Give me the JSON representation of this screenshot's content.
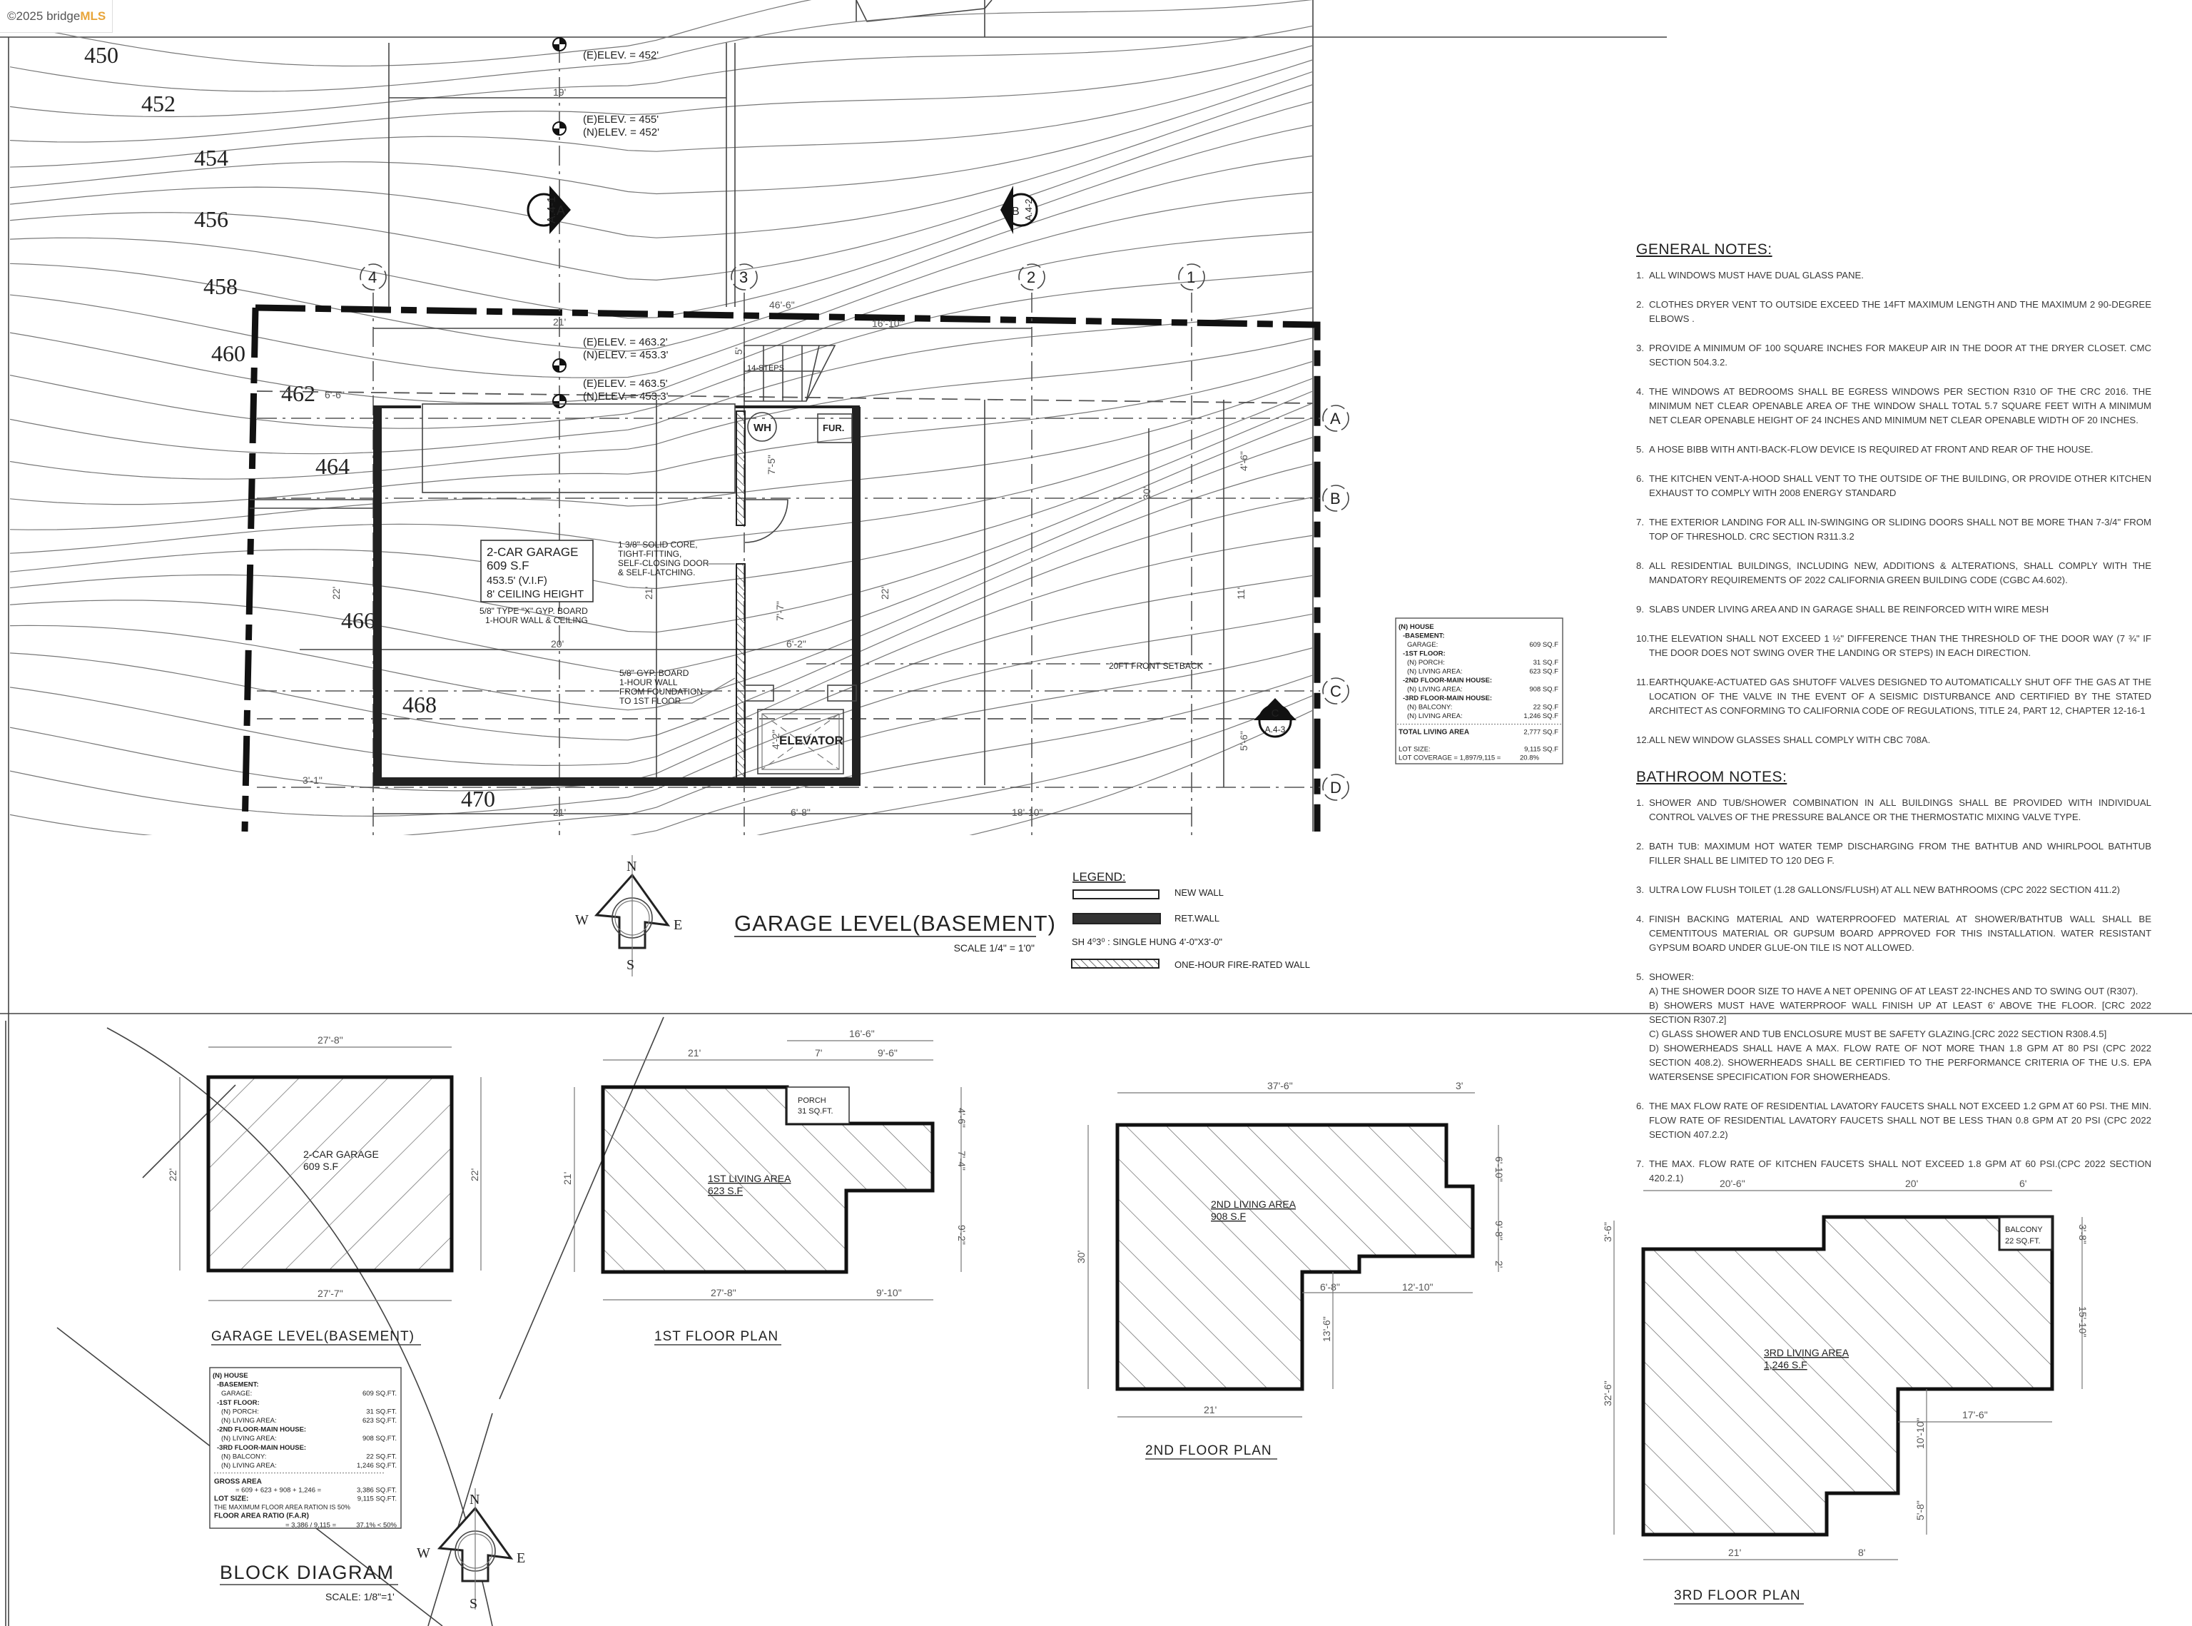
{
  "watermark": {
    "prefix": "©2025 bridge",
    "brand": "MLS",
    "brand_color": "#e8a53a"
  },
  "site_plan": {
    "contour_labels": [
      "450",
      "452",
      "454",
      "456",
      "458",
      "460",
      "462",
      "464",
      "466",
      "468",
      "470"
    ],
    "elevations": [
      {
        "lines": [
          "(E)ELEV. = 452'"
        ]
      },
      {
        "lines": [
          "(E)ELEV. = 455'",
          "(N)ELEV. = 452'"
        ]
      },
      {
        "lines": [
          "(E)ELEV. = 463.2'",
          "(N)ELEV. = 453.3'"
        ]
      },
      {
        "lines": [
          "(E)ELEV. = 463.5'",
          "(N)ELEV. = 453.3'"
        ]
      }
    ],
    "grid_columns": [
      "4",
      "3",
      "2",
      "1"
    ],
    "grid_rows": [
      "A",
      "B",
      "C",
      "D"
    ],
    "section_markers": [
      {
        "letter": "A",
        "sheet": "A.4-1"
      },
      {
        "letter": "B",
        "sheet": "A.4-2"
      },
      {
        "letter": "C",
        "sheet": "A.4-3"
      }
    ],
    "dimensions": {
      "d19": "19'",
      "d21_top": "21'",
      "d46_6": "46'-6\"",
      "d16_10": "16'-10\"",
      "d6_6": "6'-6\"",
      "d22": "22'",
      "d21_mid": "21'",
      "d20": "20'",
      "d6_2": "6'-2\"",
      "d7_7": "7'-7\"",
      "d7_5": "7'-5\"",
      "d5": "5'",
      "d4_2": "4'-2\"",
      "d5_6": "5'-6\"",
      "d4_6": "4'-6\"",
      "d30": "30'",
      "d11": "11'",
      "d22_r": "22'",
      "d21_bot": "21'",
      "d6_8": "6'-8\"",
      "d18_10": "18'-10\"",
      "d3_1": "3'-1\""
    },
    "steps_label": "14-STEPS",
    "wh_label": "WH",
    "fur_label": "FUR.",
    "elevator_label": "ELEVATOR",
    "setback_label": "20FT FRONT SETBACK",
    "garage_box": [
      "2-CAR GARAGE",
      "609 S.F",
      "453.5' (V.I.F)",
      "8' CEILING HEIGHT"
    ],
    "garage_gyp_note": [
      "5/8\" TYPE \"X\" GYP. BOARD",
      "1-HOUR  WALL & CEILING"
    ],
    "door_note": [
      "1 3/8\" SOLID CORE,",
      "TIGHT-FITTING,",
      "SELF-CLOSING DOOR",
      "& SELF-LATCHING."
    ],
    "wall_note": [
      "5/8\" GYP. BOARD",
      "1-HOUR WALL",
      "FROM FOUNDATION",
      "TO 1ST FLOOR"
    ],
    "title": "GARAGE LEVEL(BASEMENT)",
    "scale": "SCALE 1/4\" = 1'0\""
  },
  "compass": {
    "n": "N",
    "s": "S",
    "e": "E",
    "w": "W"
  },
  "legend": {
    "title": "LEGEND:",
    "items": [
      "NEW WALL",
      "RET.WALL",
      "SH 4⁰3⁰ : SINGLE HUNG 4'-0\"X3'-0\"",
      "ONE-HOUR FIRE-RATED WALL"
    ]
  },
  "area_table": {
    "rows": [
      {
        "label": "(N) HOUSE",
        "value": "",
        "level": 0
      },
      {
        "label": "-BASEMENT:",
        "value": "",
        "level": 1
      },
      {
        "label": "GARAGE:",
        "value": "609 SQ.F",
        "level": 2
      },
      {
        "label": "-1ST FLOOR:",
        "value": "",
        "level": 1
      },
      {
        "label": "(N) PORCH:",
        "value": "31 SQ.F",
        "level": 2
      },
      {
        "label": "(N) LIVING AREA:",
        "value": "623 SQ.F",
        "level": 2
      },
      {
        "label": "-2ND FLOOR-MAIN HOUSE:",
        "value": "",
        "level": 1
      },
      {
        "label": "(N) LIVING AREA:",
        "value": "908 SQ.F",
        "level": 2
      },
      {
        "label": "-3RD FLOOR-MAIN HOUSE:",
        "value": "",
        "level": 1
      },
      {
        "label": "(N) BALCONY:",
        "value": "22 SQ.F",
        "level": 2
      },
      {
        "label": "(N) LIVING AREA:",
        "value": "1,246 SQ.F",
        "level": 2
      }
    ],
    "total_label": "TOTAL LIVING AREA",
    "total_value": "2,777 SQ.F",
    "lot_label": "LOT SIZE:",
    "lot_value": "9,115 SQ.F",
    "coverage_label": "LOT COVERAGE = 1,897/9,115 =",
    "coverage_value": "20.8%"
  },
  "general_notes": {
    "title": "GENERAL NOTES:",
    "items": [
      "ALL WINDOWS MUST HAVE DUAL GLASS PANE.",
      "CLOTHES DRYER VENT TO OUTSIDE EXCEED THE 14FT MAXIMUM LENGTH AND THE MAXIMUM 2 90-DEGREE ELBOWS .",
      "PROVIDE A MINIMUM OF 100 SQUARE INCHES FOR MAKEUP AIR IN THE DOOR AT THE DRYER CLOSET. CMC SECTION 504.3.2.",
      "THE WINDOWS AT BEDROOMS SHALL BE EGRESS WINDOWS PER SECTION R310 OF THE CRC 2016. THE MINIMUM NET CLEAR OPENABLE AREA OF THE WINDOW SHALL TOTAL 5.7 SQUARE FEET WITH A MINIMUM NET CLEAR OPENABLE HEIGHT OF 24 INCHES AND MINIMUM NET CLEAR OPENABLE WIDTH OF 20 INCHES.",
      "A HOSE BIBB WITH ANTI-BACK-FLOW DEVICE IS REQUIRED AT FRONT AND REAR OF THE HOUSE.",
      "THE KITCHEN VENT-A-HOOD SHALL VENT TO THE OUTSIDE OF THE BUILDING, OR PROVIDE OTHER KITCHEN EXHAUST TO COMPLY WITH 2008 ENERGY STANDARD",
      "THE EXTERIOR LANDING FOR ALL IN-SWINGING OR SLIDING DOORS SHALL NOT BE MORE THAN 7-3/4\" FROM TOP OF THRESHOLD. CRC SECTION R311.3.2",
      "ALL RESIDENTIAL BUILDINGS, INCLUDING NEW, ADDITIONS & ALTERATIONS, SHALL COMPLY WITH THE MANDATORY REQUIREMENTS OF 2022 CALIFORNIA GREEN BUILDING CODE (CGBC A4.602).",
      "SLABS UNDER LIVING AREA AND IN GARAGE SHALL BE REINFORCED WITH WIRE MESH",
      "THE ELEVATION SHALL NOT EXCEED 1 ½\" DIFFERENCE THAN THE THRESHOLD OF THE DOOR WAY (7 ¾\" IF THE DOOR DOES NOT SWING OVER THE LANDING OR STEPS) IN EACH DIRECTION.",
      "EARTHQUAKE-ACTUATED GAS SHUTOFF VALVES DESIGNED TO AUTOMATICALLY SHUT OFF THE GAS AT THE LOCATION OF THE VALVE IN THE EVENT OF A SEISMIC DISTURBANCE AND CERTIFIED BY THE STATED ARCHITECT AS CONFORMING TO CALIFORNIA CODE OF REGULATIONS, TITLE 24, PART 12, CHAPTER 12-16-1",
      "ALL NEW WINDOW GLASSES SHALL COMPLY WITH CBC 708A."
    ]
  },
  "bathroom_notes": {
    "title": "BATHROOM NOTES:",
    "items": [
      "SHOWER AND TUB/SHOWER COMBINATION IN ALL BUILDINGS SHALL BE PROVIDED WITH INDIVIDUAL CONTROL VALVES OF THE PRESSURE BALANCE OR THE THERMOSTATIC MIXING VALVE TYPE.",
      "BATH TUB:  MAXIMUM HOT WATER TEMP DISCHARGING FROM THE BATHTUB AND WHIRLPOOL BATHTUB FILLER SHALL BE LIMITED TO 120 DEG F.",
      "ULTRA LOW FLUSH TOILET (1.28 GALLONS/FLUSH) AT ALL NEW BATHROOMS (CPC 2022 SECTION 411.2)",
      "FINISH BACKING MATERIAL AND WATERPROOFED MATERIAL AT SHOWER/BATHTUB WALL SHALL BE CEMENTITOUS MATERIAL OR GUPSUM BOARD APPROVED FOR THIS INSTALLATION.  WATER RESISTANT GYPSUM BOARD UNDER GLUE-ON TILE IS NOT ALLOWED."
    ],
    "shower": {
      "title": "SHOWER:",
      "subs": [
        "A) THE SHOWER DOOR SIZE TO HAVE A NET OPENING OF AT LEAST 22-INCHES AND TO SWING  OUT (R307).",
        "B) SHOWERS MUST HAVE WATERPROOF WALL FINISH UP AT LEAST 6' ABOVE THE FLOOR. [CRC 2022 SECTION R307.2]",
        "C) GLASS SHOWER AND TUB ENCLOSURE MUST BE SAFETY GLAZING.[CRC 2022 SECTION R308.4.5]",
        "D) SHOWERHEADS SHALL HAVE A MAX. FLOW RATE OF NOT MORE THAN 1.8 GPM AT 80 PSI (CPC 2022 SECTION 408.2). SHOWERHEADS SHALL BE CERTIFIED TO THE PERFORMANCE CRITERIA OF THE U.S. EPA WATERSENSE SPECIFICATION FOR SHOWERHEADS."
      ]
    },
    "items_after": [
      "THE MAX FLOW RATE OF RESIDENTIAL LAVATORY FAUCETS SHALL NOT EXCEED 1.2 GPM AT 60 PSI. THE MIN. FLOW RATE OF RESIDENTIAL LAVATORY FAUCETS SHALL NOT BE LESS THAN 0.8 GPM AT 20 PSI (CPC 2022 SECTION 407.2.2)",
      "THE MAX. FLOW RATE OF KITCHEN FAUCETS SHALL NOT EXCEED 1.8 GPM AT 60 PSI.(CPC 2022 SECTION 420.2.1)"
    ]
  },
  "block_garage": {
    "name": "2-CAR GARAGE",
    "area": "609 S.F",
    "top": "27'-8\"",
    "bottom": "27'-7\"",
    "left": "22'",
    "right": "22'",
    "title": "GARAGE LEVEL(BASEMENT)"
  },
  "first_floor": {
    "name": "1ST LIVING AREA",
    "area": "623 S.F",
    "porch": "PORCH",
    "porch_area": "31 SQ.FT.",
    "dims": {
      "total_top": "16'-6\"",
      "d21": "21'",
      "d7": "7'",
      "d9_6": "9'-6\"",
      "left": "21'",
      "r4_6": "4'-6\"",
      "r7_4": "7'-4\"",
      "r9_2": "9'-2\"",
      "b27_8": "27'-8\"",
      "b9_10": "9'-10\""
    },
    "title": "1ST FLOOR PLAN"
  },
  "second_floor": {
    "name": "2ND LIVING AREA",
    "area": "908 S.F",
    "dims": {
      "top": "37'-6\"",
      "top_r": "3'",
      "left": "30'",
      "bottom": "21'",
      "d6_8": "6'-8\"",
      "d12_10": "12'-10\"",
      "d13_6": "13'-6\"",
      "r6_10": "6'-10\"",
      "r9_8": "9'-8\"",
      "r2": "2'"
    },
    "title": "2ND FLOOR PLAN"
  },
  "third_floor": {
    "name": "3RD LIVING AREA",
    "area": "1,246 S.F",
    "balcony": "BALCONY",
    "balcony_area": "22 SQ.FT.",
    "dims": {
      "t20_6": "20'-6\"",
      "t20": "20'",
      "t6": "6'",
      "l3_6": "3'-6\"",
      "l32_6": "32'-6\"",
      "r3_8": "3'-8\"",
      "r15_10": "15'-10\"",
      "d17_6": "17'-6\"",
      "d10_10": "10'-10\"",
      "d5_8": "5'-8\"",
      "b21": "21'",
      "b8": "8'"
    },
    "title": "3RD FLOOR PLAN"
  },
  "block_table": {
    "rows": [
      {
        "label": "(N) HOUSE",
        "value": "",
        "level": 0
      },
      {
        "label": "-BASEMENT:",
        "value": "",
        "level": 1
      },
      {
        "label": "GARAGE:",
        "value": "609 SQ.FT.",
        "level": 2
      },
      {
        "label": "-1ST FLOOR:",
        "value": "",
        "level": 1
      },
      {
        "label": "(N) PORCH:",
        "value": "31 SQ.FT.",
        "level": 2
      },
      {
        "label": "(N) LIVING AREA:",
        "value": "623 SQ.FT.",
        "level": 2
      },
      {
        "label": "-2ND FLOOR-MAIN HOUSE:",
        "value": "",
        "level": 1
      },
      {
        "label": "(N) LIVING AREA:",
        "value": "908 SQ.FT.",
        "level": 2
      },
      {
        "label": "-3RD FLOOR-MAIN HOUSE:",
        "value": "",
        "level": 1
      },
      {
        "label": "(N) BALCONY:",
        "value": "22 SQ.FT.",
        "level": 2
      },
      {
        "label": "(N) LIVING AREA:",
        "value": "1,246 SQ.FT.",
        "level": 2
      }
    ],
    "gross_label": "GROSS AREA",
    "gross_calc": "= 609 + 623 + 908 + 1,246 =",
    "gross_value": "3,386 SQ.FT.",
    "lot_label": "LOT SIZE:",
    "lot_value": "9,115 SQ.FT.",
    "max_far": "THE MAXIMUM FLOOR AREA RATION IS 50%",
    "far_label": "FLOOR AREA RATIO (F.A.R)",
    "far_calc": "= 3,386 / 9,115 =",
    "far_value": "37.1% < 50%"
  },
  "block_diagram": {
    "title": "BLOCK DIAGRAM",
    "scale": "SCALE: 1/8\"=1'"
  }
}
